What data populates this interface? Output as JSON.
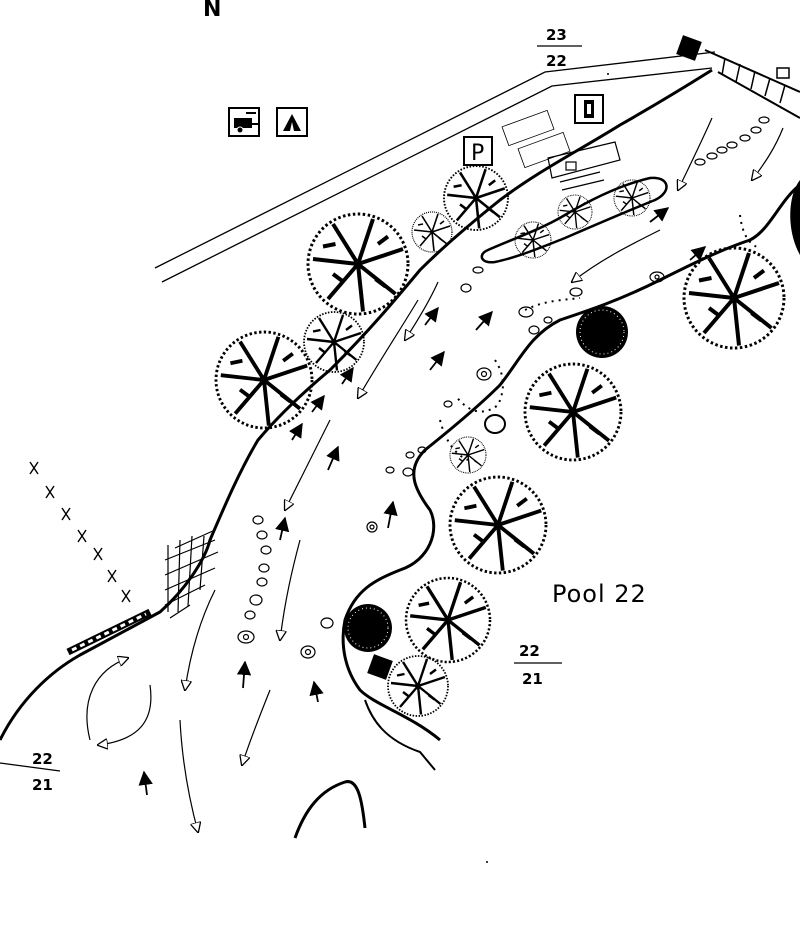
{
  "map": {
    "north_label": "N",
    "pool_label": "Pool 22",
    "marker_upper": {
      "top": "23",
      "bottom": "22"
    },
    "marker_mid": {
      "top": "22",
      "bottom": "21"
    },
    "marker_left": {
      "top": "22",
      "bottom": "21"
    },
    "icons": {
      "camping": "camping-trailer-icon",
      "tent": "tent-icon",
      "parking": "parking-icon",
      "parking_letter": "P",
      "restroom": "restroom-icon"
    },
    "colors": {
      "ink": "#000000",
      "paper": "#ffffff"
    }
  }
}
